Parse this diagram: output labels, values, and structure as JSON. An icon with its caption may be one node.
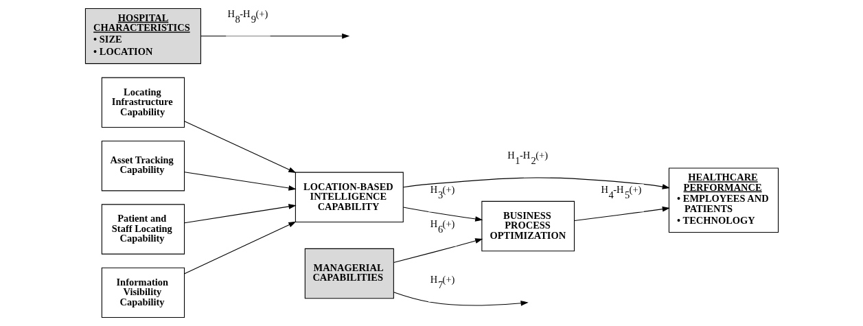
{
  "diagram": {
    "nodes": [
      {
        "text": [
          "Locating Infrastructure Capability"
        ]
      },
      {
        "text": [
          "Asset Tracking Capability"
        ]
      },
      {
        "text": [
          "Patient and Staff Locating Capability"
        ]
      },
      {
        "text": [
          "Information Visibility Capability"
        ]
      },
      {
        "text": [
          "LOCATION-BASED INTELLIGENCE CAPABILITY"
        ]
      },
      {
        "text": [
          "MANAGERIAL CAPABILITIES"
        ]
      },
      {
        "text": [
          "BUSINESS PROCESS OPTIMIZATION"
        ]
      },
      {
        "text": [
          "HOSPITAL CHARACTERISTICS",
          "• SIZE",
          "• LOCATION"
        ]
      },
      {
        "text": [
          "HEALTHCARE PERFORMANCE",
          "• EMPLOYEES AND PATIENTS",
          "• TECHNOLOGY"
        ]
      }
    ],
    "edges": [
      {
        "from": 0,
        "to": 4,
        "arrow": "to"
      },
      {
        "from": 1,
        "to": 4,
        "arrow": "to"
      },
      {
        "from": 2,
        "to": 4,
        "arrow": "to"
      },
      {
        "from": 3,
        "to": 4,
        "arrow": "to"
      },
      {
        "from": 4,
        "to": 8,
        "arrow": "to",
        "label": "H$_{1}$-H$_{2}$(+)"
      },
      {
        "from": 5,
        "to": null,
        "arrow": "to",
        "label": "H$_{7}$(+)"
      },
      {
        "from": 5,
        "to": 6,
        "arrow": "to",
        "label": "H$_{6}$(+)"
      },
      {
        "from": 4,
        "to": 6,
        "arrow": "to",
        "label": "H$_{3}$(+)"
      },
      {
        "from": 7,
        "to": null,
        "arrow": "to",
        "label": "H$_{8}$-H$_{9}$(+)"
      },
      {
        "from": 6,
        "to": 8,
        "arrow": "to",
        "label": "H$_{4}$-H$_{5}$(+)"
      }
    ]
  }
}
